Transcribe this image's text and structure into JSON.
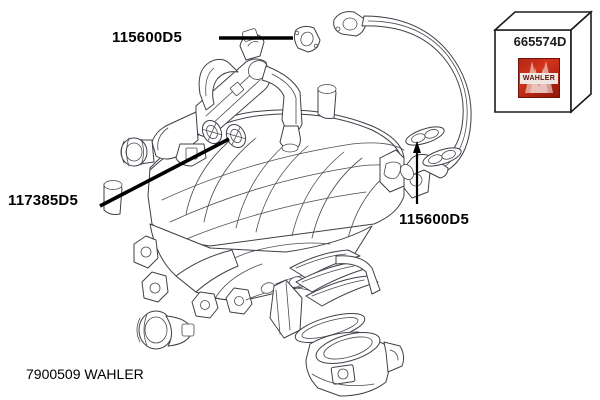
{
  "diagram": {
    "title": "WAHLER intake manifold / EGR exploded parts diagram",
    "caption": "7900509 WAHLER",
    "line_color": "#3a3a44",
    "leader_color": "#000000",
    "background": "#ffffff"
  },
  "callouts": [
    {
      "id": "top",
      "part_number": "115600D5",
      "leader": "horizontal",
      "points_to": "flange-gasket-upper"
    },
    {
      "id": "left",
      "part_number": "117385D5",
      "leader": "diagonal",
      "points_to": "egr-cooler-assembly"
    },
    {
      "id": "right",
      "part_number": "115600D5",
      "leader": "vertical",
      "points_to": "flange-gasket-lower"
    }
  ],
  "product_box": {
    "code": "665574D",
    "brand": "WAHLER",
    "brand_color": "#b02516"
  },
  "parts": [
    {
      "name": "intake-manifold",
      "label": "intake manifold body"
    },
    {
      "name": "egr-cooler-pipe",
      "label": "EGR cooler pipe assembly"
    },
    {
      "name": "egr-tube",
      "label": "long curved EGR tube"
    },
    {
      "name": "throttle-body",
      "label": "throttle body"
    },
    {
      "name": "manifold-gasket-set",
      "label": "manifold gasket set"
    },
    {
      "name": "ring-gasket",
      "label": "ring gaskets"
    },
    {
      "name": "flange-gasket",
      "label": "triangular flange gasket"
    }
  ]
}
